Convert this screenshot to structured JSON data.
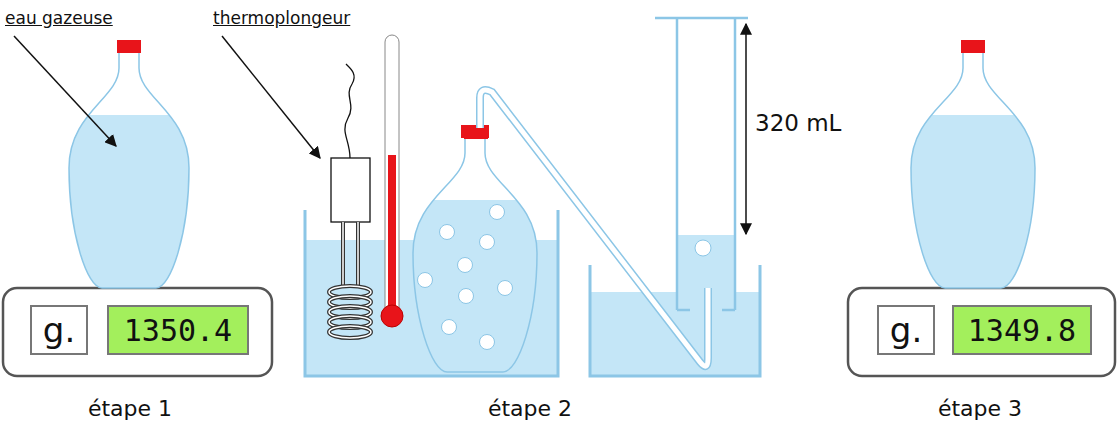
{
  "diagram": {
    "nodes": [
      {
        "text": [
          "g."
        ]
      },
      {
        "text": [
          "1350.4"
        ]
      },
      {
        "text": [
          "g."
        ]
      },
      {
        "text": [
          "1349.8"
        ]
      }
    ],
    "labels": [
      "eau gazeuse",
      "thermoplongeur",
      "320 mL",
      "étape 1",
      "étape 2",
      "étape 3"
    ]
  }
}
